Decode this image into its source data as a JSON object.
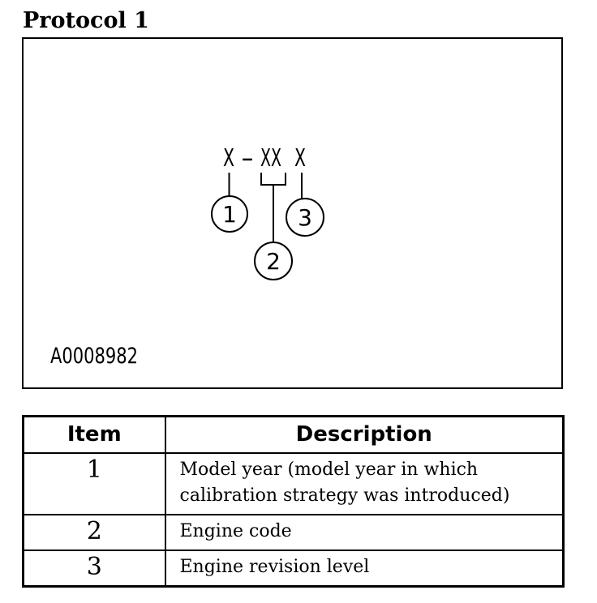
{
  "page": {
    "title": "Protocol 1"
  },
  "figure": {
    "label": "A0008982",
    "code": {
      "part1": "X",
      "separator": "-",
      "part2": "XX",
      "part3": "X"
    },
    "callouts": [
      {
        "number": "1"
      },
      {
        "number": "2"
      },
      {
        "number": "3"
      }
    ]
  },
  "table": {
    "headers": {
      "item": "Item",
      "description": "Description"
    },
    "rows": [
      {
        "item": "1",
        "description": "Model year (model year in which calibration strategy was introduced)"
      },
      {
        "item": "2",
        "description": "Engine code"
      },
      {
        "item": "3",
        "description": "Engine revision level"
      }
    ]
  }
}
